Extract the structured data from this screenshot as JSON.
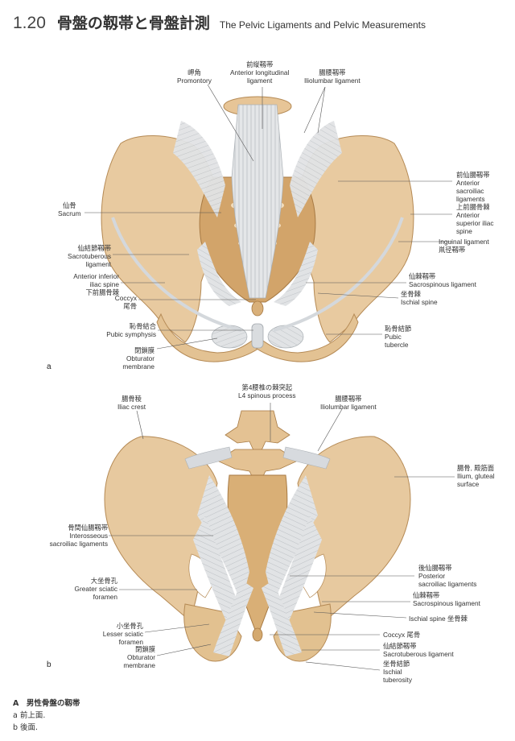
{
  "header": {
    "number": "1.20",
    "title_jp": "骨盤の靱帯と骨盤計測",
    "title_en": "The Pelvic Ligaments and Pelvic Measurements"
  },
  "figure_a": {
    "letter": "a",
    "labels": {
      "promontory": {
        "jp": "岬角",
        "en": "Promontory"
      },
      "anterior_longitudinal": {
        "jp": "前縦靱帯",
        "en1": "Anterior longitudinal",
        "en2": "ligament"
      },
      "iliolumbar": {
        "jp": "腸腰靱帯",
        "en": "Iliolumbar ligament"
      },
      "anterior_sacroiliac": {
        "jp": "前仙腸靱帯",
        "en1": "Anterior",
        "en2": "sacroiliac",
        "en3": "ligaments"
      },
      "asis": {
        "jp": "上前腸骨棘",
        "en1": "Anterior",
        "en2": "superior iliac",
        "en3": "spine"
      },
      "sacrum": {
        "jp": "仙骨",
        "en": "Sacrum"
      },
      "inguinal": {
        "en": "Inguinal ligament",
        "jp": "鼡径靱帯"
      },
      "sacrotuberous": {
        "jp": "仙結節靱帯",
        "en1": "Sacrotuberous",
        "en2": "ligament"
      },
      "aiis": {
        "en1": "Anterior inferior",
        "en2": "iliac spine",
        "jp": "下前腸骨棘"
      },
      "sacrospinous": {
        "jp": "仙棘靱帯",
        "en": "Sacrospinous ligament"
      },
      "ischial_spine": {
        "jp": "坐骨棘",
        "en": "Ischial spine"
      },
      "coccyx": {
        "en": "Coccyx",
        "jp": "尾骨"
      },
      "pubic_symphysis": {
        "jp": "恥骨結合",
        "en": "Pubic symphysis"
      },
      "pubic_tubercle": {
        "jp": "恥骨結節",
        "en1": "Pubic",
        "en2": "tubercle"
      },
      "obturator": {
        "jp": "閉鎖膜",
        "en1": "Obturator",
        "en2": "membrane"
      }
    }
  },
  "figure_b": {
    "letter": "b",
    "labels": {
      "l4": {
        "jp": "第4腰椎の棘突起",
        "en": "L4 spinous process"
      },
      "iliac_crest": {
        "jp": "腸骨稜",
        "en": "Iliac crest"
      },
      "iliolumbar": {
        "jp": "腸腰靱帯",
        "en": "Iliolumbar ligament"
      },
      "ilium": {
        "jp": "腸骨, 殿筋面",
        "en1": "Ilium, gluteal",
        "en2": "surface"
      },
      "interosseous": {
        "jp": "骨間仙腸靱帯",
        "en1": "Interosseous",
        "en2": "sacroiliac ligaments"
      },
      "posterior_sacroiliac": {
        "jp": "後仙腸靱帯",
        "en1": "Posterior",
        "en2": "sacroiliac ligaments"
      },
      "greater_sciatic": {
        "jp": "大坐骨孔",
        "en1": "Greater sciatic",
        "en2": "foramen"
      },
      "sacrospinous": {
        "jp": "仙棘靱帯",
        "en": "Sacrospinous ligament"
      },
      "ischial_spine": {
        "en": "Ischial spine",
        "jp": "坐骨棘"
      },
      "lesser_sciatic": {
        "jp": "小坐骨孔",
        "en1": "Lesser sciatic",
        "en2": "foramen"
      },
      "coccyx": {
        "en": "Coccyx",
        "jp": "尾骨"
      },
      "sacrotuberous": {
        "jp": "仙結節靱帯",
        "en": "Sacrotuberous ligament"
      },
      "obturator": {
        "jp": "閉鎖膜",
        "en1": "Obturator",
        "en2": "membrane"
      },
      "ischial_tuberosity": {
        "jp": "坐骨結節",
        "en1": "Ischial",
        "en2": "tuberosity"
      }
    }
  },
  "caption": {
    "main": "A　男性骨盤の靱帯",
    "a": "a 前上面.",
    "b": "b 後面."
  },
  "colors": {
    "bone": "#e6c79c",
    "bone_dark": "#c9a06a",
    "ligament": "#dfe1e3",
    "ligament_line": "#b9bdc1",
    "leader": "#555555"
  }
}
